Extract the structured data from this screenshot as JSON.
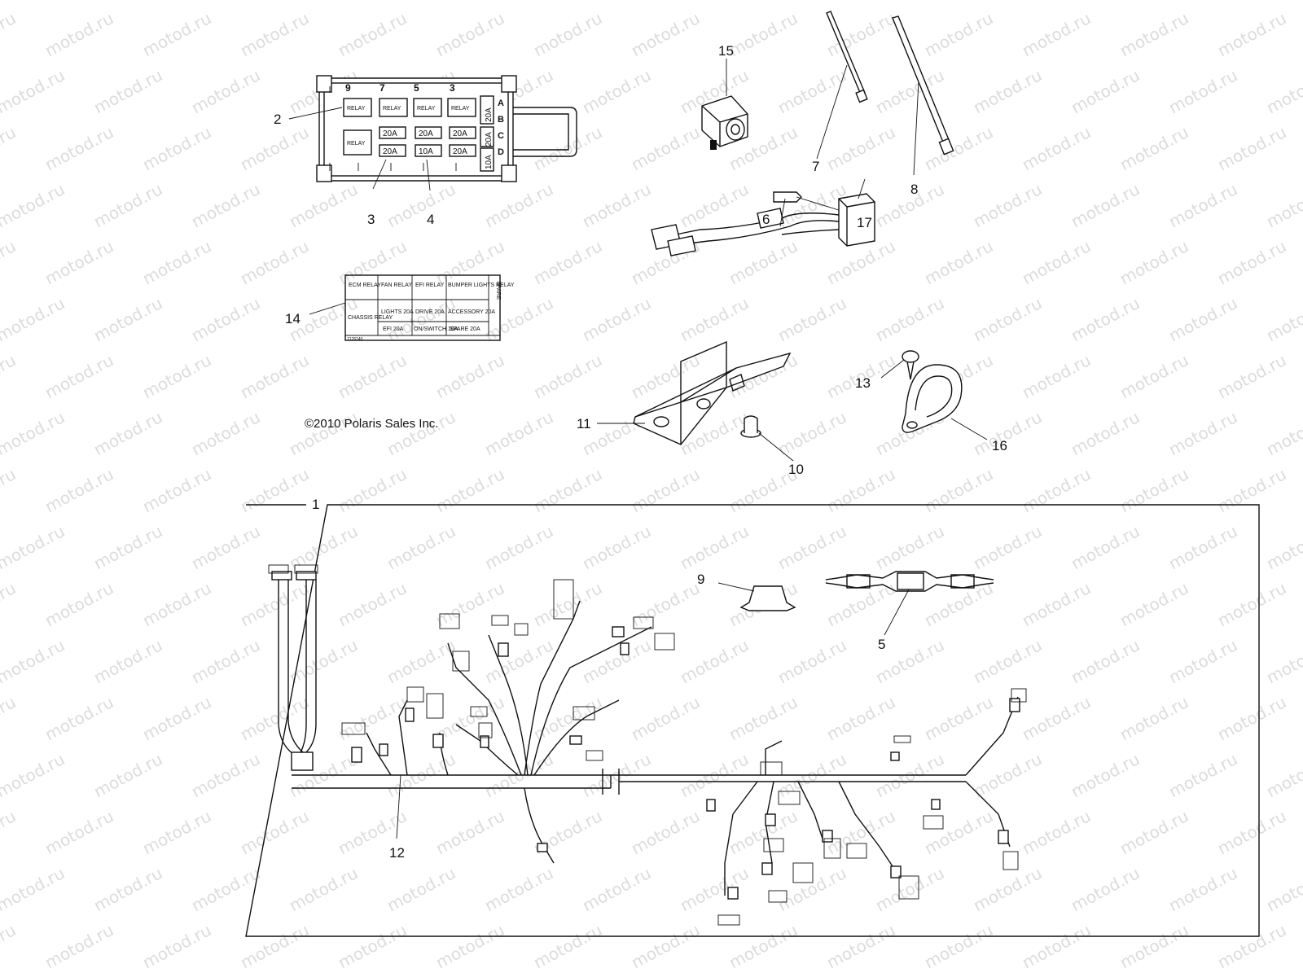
{
  "watermark": "motod.ru",
  "copyright": "©2010 Polaris Sales Inc.",
  "callouts": [
    "1",
    "2",
    "3",
    "4",
    "5",
    "6",
    "7",
    "8",
    "9",
    "10",
    "11",
    "12",
    "13",
    "14",
    "15",
    "16",
    "17"
  ],
  "fuse_box": {
    "columns": [
      "9",
      "7",
      "5",
      "3"
    ],
    "rows": [
      "A",
      "B",
      "C",
      "D"
    ],
    "relay_label": "RELAY",
    "fuses_row_c": [
      "20A",
      "20A",
      "20A"
    ],
    "fuses_row_d": [
      "20A",
      "10A",
      "20A"
    ],
    "side_fuses": [
      "20A",
      "20A",
      "10A"
    ]
  },
  "decal_14": {
    "row1": [
      "ECM RELAY",
      "FAN RELAY",
      "EFI RELAY",
      "BUMPER LIGHTS RELAY",
      "SPARE"
    ],
    "row2_left": "CHASSIS RELAY",
    "row2_cells": [
      "LIGHTS 20A",
      "DRIVE 20A",
      "ACCESSORY 20A"
    ],
    "row3_cells": [
      "EFI 20A",
      "ON/SWITCH 10A",
      "SPARE 20A"
    ],
    "part_no": "7176140"
  },
  "colors": {
    "line": "#111111",
    "watermark": "#dcdcdc",
    "background": "#ffffff"
  }
}
